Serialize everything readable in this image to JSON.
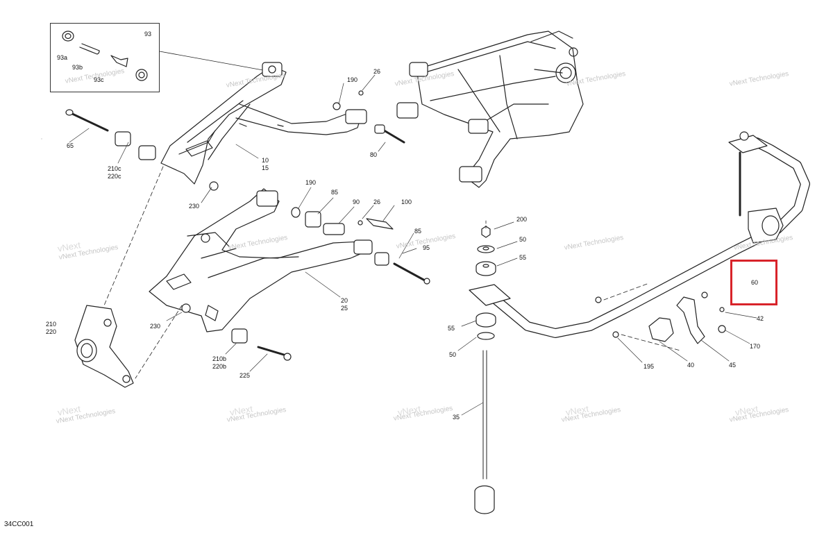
{
  "figure_code": "34CC001",
  "watermark": {
    "line1": "vNext",
    "line2": "Technologies",
    "full": "vNext Technologies"
  },
  "highlight_color": "#d8232a",
  "labels": {
    "l93": "93",
    "l93a": "93a",
    "l93b": "93b",
    "l93c": "93c",
    "l65": "65",
    "l210c": "210c",
    "l220c": "220c",
    "l10": "10",
    "l15": "15",
    "l190a": "190",
    "l26a": "26",
    "l80": "80",
    "l230a": "230",
    "l190b": "190",
    "l85a": "85",
    "l90": "90",
    "l26b": "26",
    "l100": "100",
    "l85b": "85",
    "l95": "95",
    "l20": "20",
    "l25": "25",
    "l230b": "230",
    "l210": "210",
    "l220": "220",
    "l210b": "210b",
    "l220b": "220b",
    "l225": "225",
    "l200": "200",
    "l50a": "50",
    "l55a": "55",
    "l55b": "55",
    "l50b": "50",
    "l35": "35",
    "l60": "60",
    "l42": "42",
    "l170": "170",
    "l195": "195",
    "l40": "40",
    "l45": "45"
  }
}
